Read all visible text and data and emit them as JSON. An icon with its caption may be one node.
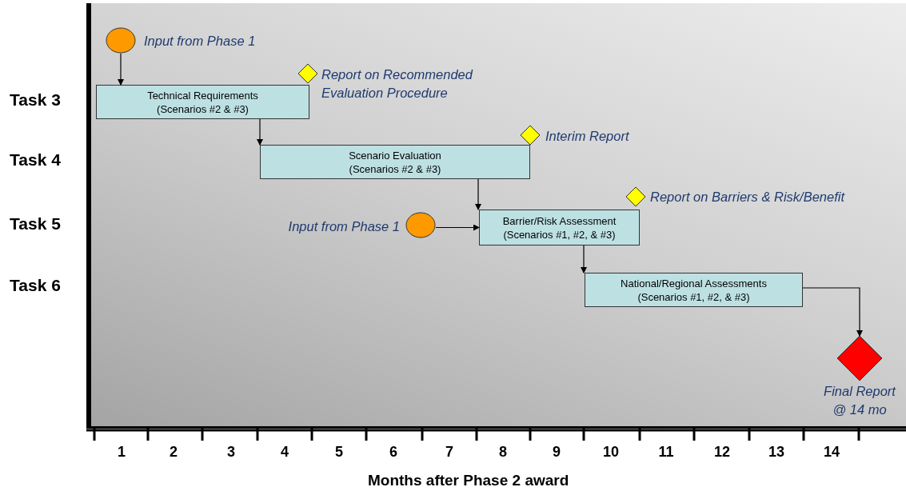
{
  "diagram": {
    "nodes": [
      {
        "text": [],
        "shape": "circle",
        "beside": [
          "Input from Phase 1"
        ]
      },
      {
        "text": [
          "Technical Requirements",
          "(Scenarios #2 & #3)"
        ]
      },
      {
        "text": [],
        "shape": "diamond",
        "beside": [
          "Report on Recommended Evaluation Procedure"
        ]
      },
      {
        "text": [
          "Scenario Evaluation",
          "(Scenarios #2 & #3)"
        ]
      },
      {
        "text": [],
        "shape": "diamond",
        "beside": [
          "Interim Report"
        ]
      },
      {
        "text": [],
        "shape": "circle",
        "beside": [
          "Input from Phase 1"
        ]
      },
      {
        "text": [
          "Barrier/Risk Assessment",
          "(Scenarios #1, #2, & #3)"
        ]
      },
      {
        "text": [],
        "shape": "diamond",
        "beside": [
          "Report on Barriers & Risk/Benefit"
        ]
      },
      {
        "text": [
          "National/Regional Assessments",
          "(Scenarios #1, #2, & #3)"
        ]
      },
      {
        "text": [],
        "shape": "diamond",
        "beside": [
          "Final Report @ 14 mo"
        ]
      }
    ],
    "edges": [
      {
        "from": 0,
        "to": 1,
        "arrow": "to"
      },
      {
        "from": 1,
        "to": 3,
        "arrow": "to"
      },
      {
        "from": 3,
        "to": 6,
        "arrow": "to"
      },
      {
        "from": 5,
        "to": 6,
        "arrow": "to"
      },
      {
        "from": 6,
        "to": 8,
        "arrow": "to"
      },
      {
        "from": 8,
        "to": 9,
        "arrow": "to"
      }
    ],
    "labels": [
      "Task 3",
      "Task 4",
      "Task 5",
      "Task 6",
      "1",
      "2",
      "3",
      "4",
      "5",
      "6",
      "7",
      "8",
      "9",
      "10",
      "11",
      "12",
      "13",
      "14",
      "Months after Phase 2 award"
    ]
  }
}
